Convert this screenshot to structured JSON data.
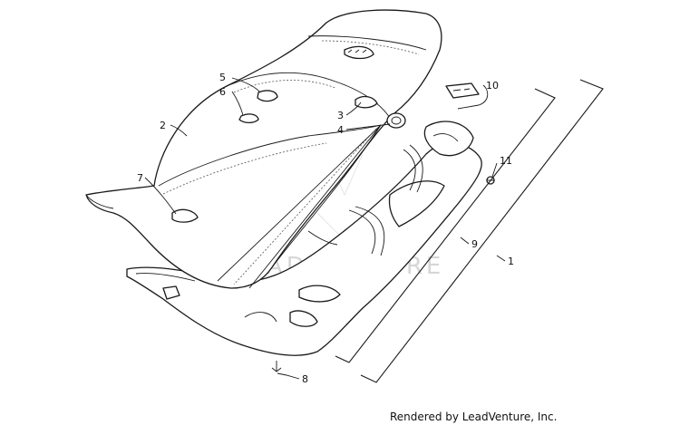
{
  "callouts": {
    "c1": "1",
    "c2": "2",
    "c3": "3",
    "c4": "4",
    "c5": "5",
    "c6": "6",
    "c7": "7",
    "c8": "8",
    "c9": "9",
    "c10": "10",
    "c11": "11"
  },
  "watermark": "LEADVENTURE",
  "credit": "Rendered by LeadVenture, Inc.",
  "colors": {
    "line": "#1a1a1a",
    "watermark": "#d6d6d6",
    "background": "#ffffff"
  }
}
